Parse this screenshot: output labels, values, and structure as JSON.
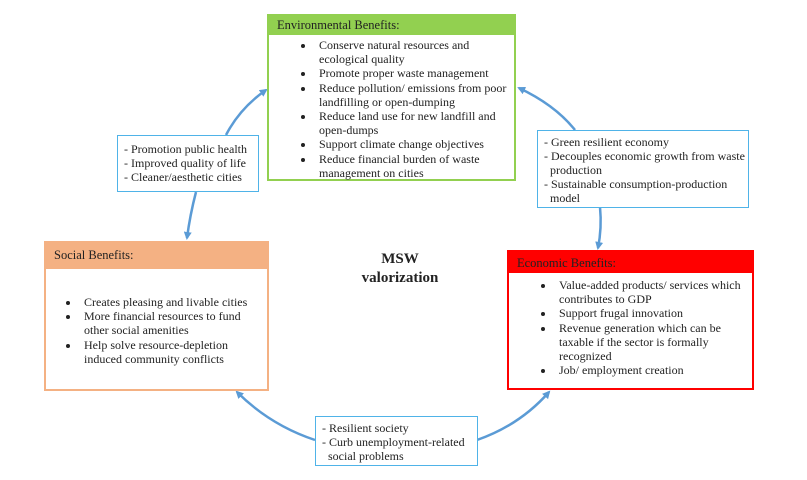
{
  "center_label": [
    "MSW",
    "valorization"
  ],
  "environmental": {
    "title": "Environmental Benefits:",
    "items": [
      "Conserve natural resources and ecological quality",
      "Promote proper waste management",
      "Reduce pollution/ emissions from poor landfilling or open-dumping",
      "Reduce land use for new landfill and open-dumps",
      "Support climate change objectives",
      "Reduce financial burden of waste management on cities"
    ],
    "color": "#92d050"
  },
  "economic": {
    "title": "Economic Benefits:",
    "items": [
      "Value-added products/ services which contributes to GDP",
      "Support frugal innovation",
      "Revenue generation which can be taxable if the sector is formally recognized",
      "Job/ employment creation"
    ],
    "color": "#ff0000"
  },
  "social": {
    "title": "Social Benefits:",
    "items": [
      "Creates pleasing and livable cities",
      "More financial resources to fund other social amenities",
      "Help solve resource-depletion induced community conflicts"
    ],
    "color": "#f4b183"
  },
  "links": {
    "env_social": [
      "- Promotion public health",
      "- Improved quality of life",
      "- Cleaner/aesthetic cities"
    ],
    "env_economic": [
      "- Green resilient economy",
      "- Decouples economic growth from waste",
      "  production",
      "- Sustainable consumption-production",
      "  model"
    ],
    "social_economic": [
      "- Resilient society",
      "- Curb unemployment-related",
      "  social problems"
    ]
  },
  "arrow_color": "#5b9bd5"
}
